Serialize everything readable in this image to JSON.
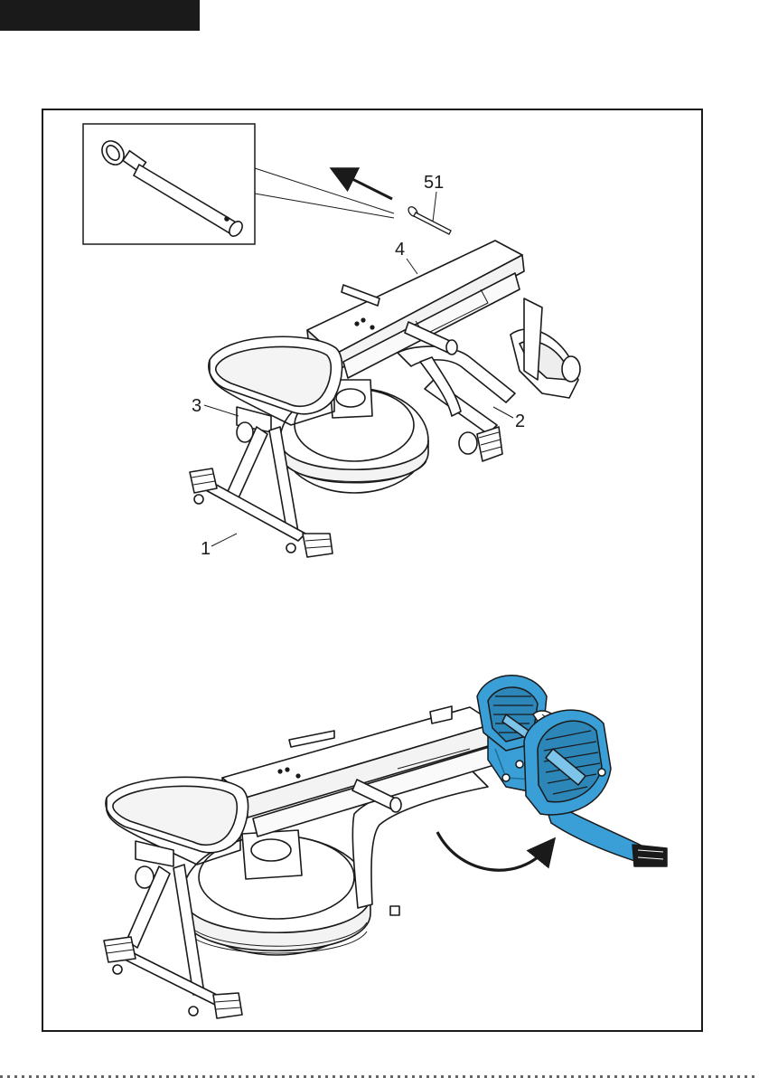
{
  "callouts": {
    "part_51": "51",
    "part_4": "4",
    "part_3": "3",
    "part_2": "2",
    "part_1": "1"
  },
  "icons": {
    "detail": "pin-detail-inset",
    "removal_arrow": "arrow-up-left-icon",
    "rotation_arrow": "curved-arrow-icon",
    "machine": "rowing-machine-illustration"
  },
  "colors": {
    "line": "#1a1a1a",
    "highlight": "#3a9fd6",
    "highlight_dark": "#1f6e98",
    "fill": "#ffffff"
  }
}
